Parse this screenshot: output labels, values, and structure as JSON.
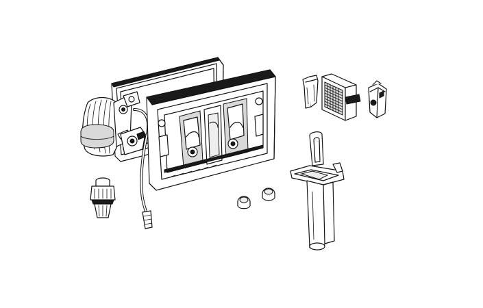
{
  "figure": {
    "background": "#ffffff",
    "line_color": "#111111",
    "parts": [
      {
        "id": "pneumatic-bellows-unit",
        "icon": "bellows-icon"
      },
      {
        "id": "back-mounting-plate",
        "icon": "plate-icon"
      },
      {
        "id": "front-mounting-frame",
        "icon": "frame-icon"
      },
      {
        "id": "flexible-cable",
        "icon": "cable-icon"
      },
      {
        "id": "valve-connector",
        "icon": "connector-icon"
      },
      {
        "id": "cap-left",
        "icon": "cap-icon"
      },
      {
        "id": "cap-right",
        "icon": "cap-icon"
      },
      {
        "id": "small-clip",
        "icon": "clip-icon"
      },
      {
        "id": "grille-module",
        "icon": "grille-icon"
      },
      {
        "id": "bracket",
        "icon": "bracket-icon"
      },
      {
        "id": "service-key-tool",
        "icon": "tool-icon"
      }
    ]
  }
}
